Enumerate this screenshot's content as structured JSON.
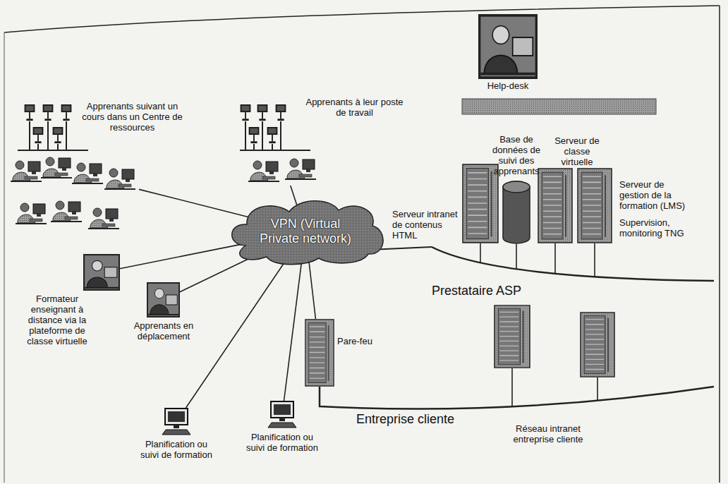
{
  "diagram": {
    "nodes": [
      {
        "text": [
          "Apprenants suivant un cours dans un Centre de ressources"
        ]
      },
      {
        "text": [
          "Apprenants à leur poste de travail"
        ]
      },
      {
        "text": [
          "Help-desk"
        ]
      },
      {
        "text": [
          "VPN (Virtual Private network)"
        ]
      },
      {
        "text": [
          "Serveur intranet de contenus HTML"
        ]
      },
      {
        "text": [
          "Base de données de suivi des apprenants"
        ]
      },
      {
        "text": [
          "Serveur de classe virtuelle"
        ]
      },
      {
        "text": [
          "Serveur de gestion de la formation (LMS)"
        ]
      },
      {
        "text": [
          "Formateur enseignant à distance via la plateforme de classe virtuelle"
        ]
      },
      {
        "text": [
          "Apprenants en déplacement"
        ]
      },
      {
        "text": [
          "Pare-feu"
        ]
      },
      {
        "text": [
          "Planification ou suivi de formation"
        ]
      },
      {
        "text": [
          "Planification ou suivi de formation"
        ]
      }
    ],
    "edges": [
      {
        "from": 0,
        "to": 3,
        "arrow": "none"
      },
      {
        "from": 1,
        "to": 3,
        "arrow": "none"
      },
      {
        "from": 8,
        "to": 3,
        "arrow": "none"
      },
      {
        "from": 9,
        "to": 3,
        "arrow": "none"
      },
      {
        "from": 10,
        "to": 3,
        "arrow": "none"
      },
      {
        "from": 11,
        "to": 3,
        "arrow": "none"
      },
      {
        "from": 12,
        "to": 3,
        "arrow": "none"
      }
    ],
    "labels": [
      "Supervision, monitoring TNG",
      "Prestataire ASP",
      "Entreprise cliente",
      "Réseau intranet entreprise cliente"
    ]
  }
}
